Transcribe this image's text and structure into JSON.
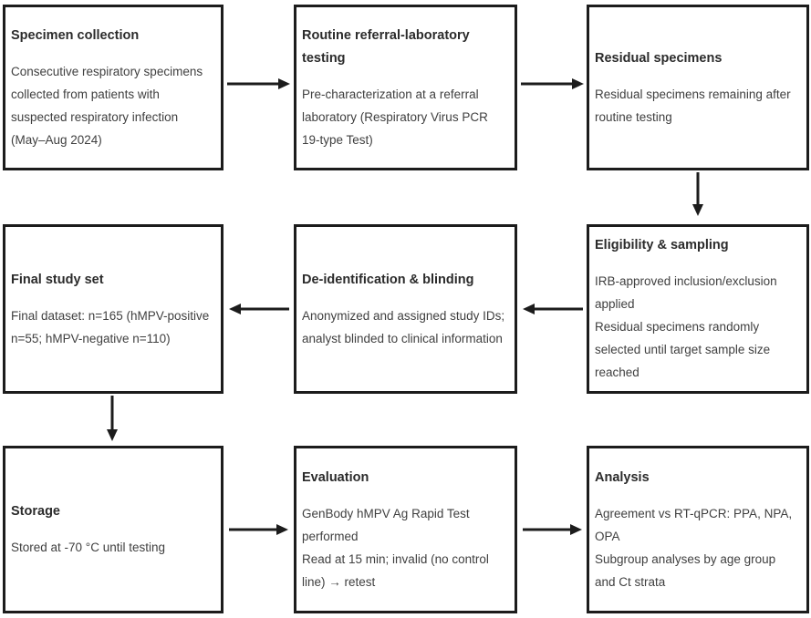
{
  "flowchart": {
    "description": "Study workflow flowchart, 3x3 grid of process boxes connected by arrows",
    "colors": {
      "background": "#ffffff",
      "border": "#1c1c1c",
      "arrow": "#1c1c1c",
      "title_text": "#2b2b2b",
      "body_text": "#3f3f3f"
    },
    "boxes": [
      {
        "id": "specimen-collection",
        "title": "Specimen collection",
        "body": "Consecutive respiratory specimens collected from patients with suspected respiratory infection (May–Aug 2024)"
      },
      {
        "id": "routine-testing",
        "title": "Routine referral-laboratory testing",
        "body": "Pre-characterization at a referral laboratory (Respiratory Virus PCR 19-type Test)"
      },
      {
        "id": "residual-specimens",
        "title": "Residual specimens",
        "body": "Residual specimens remaining after routine testing"
      },
      {
        "id": "eligibility-sampling",
        "title": "Eligibility & sampling",
        "body": "IRB-approved inclusion/exclusion applied\nResidual specimens randomly selected until target sample size reached"
      },
      {
        "id": "deidentification-blinding",
        "title": "De-identification & blinding",
        "body": "Anonymized and assigned study IDs; analyst blinded to clinical information"
      },
      {
        "id": "final-study-set",
        "title": "Final study set",
        "body": "Final dataset: n=165 (hMPV-positive n=55; hMPV-negative n=110)"
      },
      {
        "id": "storage",
        "title": "Storage",
        "body": "Stored at -70 °C until testing"
      },
      {
        "id": "evaluation",
        "title": "Evaluation",
        "body": "GenBody hMPV Ag Rapid Test performed\nRead at 15 min; invalid (no control line) → retest"
      },
      {
        "id": "analysis",
        "title": "Analysis",
        "body": "Agreement vs RT-qPCR: PPA, NPA, OPA\nSubgroup analyses by age group and Ct strata"
      }
    ],
    "connectors": [
      {
        "from": "specimen-collection",
        "to": "routine-testing",
        "direction": "right"
      },
      {
        "from": "routine-testing",
        "to": "residual-specimens",
        "direction": "right"
      },
      {
        "from": "residual-specimens",
        "to": "eligibility-sampling",
        "direction": "down"
      },
      {
        "from": "eligibility-sampling",
        "to": "deidentification-blinding",
        "direction": "left"
      },
      {
        "from": "deidentification-blinding",
        "to": "final-study-set",
        "direction": "left"
      },
      {
        "from": "final-study-set",
        "to": "storage",
        "direction": "down"
      },
      {
        "from": "storage",
        "to": "evaluation",
        "direction": "right"
      },
      {
        "from": "evaluation",
        "to": "analysis",
        "direction": "right"
      }
    ]
  }
}
